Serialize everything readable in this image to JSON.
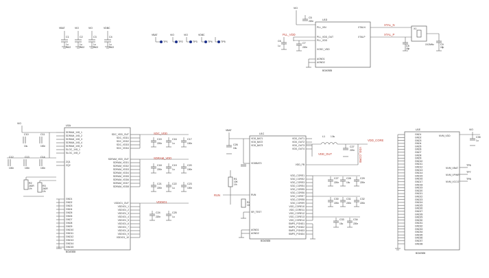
{
  "top_caps": [
    {
      "pwr": "VBAT",
      "ref": "C1",
      "val": "1u",
      "pkg": "0402"
    },
    {
      "pwr": "VIO",
      "ref": "C2",
      "val": "1u",
      "pkg": "0402"
    },
    {
      "pwr": "VIO",
      "ref": "C3",
      "val": "1u",
      "pkg": "0402"
    },
    {
      "pwr": "VDBC",
      "ref": "C4",
      "val": "1u",
      "pkg": "0402"
    }
  ],
  "test_points": [
    {
      "pwr": "VBAT",
      "ref": "TP1"
    },
    {
      "pwr": "VIO",
      "ref": "TP2"
    },
    {
      "pwr": "VIO",
      "ref": "TP3"
    },
    {
      "pwr": "VDBC",
      "ref": "TP4"
    },
    {
      "pwr": "",
      "ref": "TP5"
    }
  ],
  "u1d": {
    "ref": "U1D",
    "part": "BCM2835",
    "left_pins": [
      "PLL_VIN",
      "PLL_VDD_OUT",
      "PLL_VDD",
      "XOSC_VDD",
      "AGND1",
      "AGND2"
    ],
    "right_pins": [
      "XTALN",
      "XTALP"
    ],
    "pwr": "VIO",
    "pll_net": "PLL_VDD",
    "xtal_n_net": "XTAL_N",
    "xtal_p_net": "XTAL_P",
    "caps": [
      {
        "ref": "C5",
        "val": "220n"
      },
      {
        "ref": "C6",
        "val": "1u"
      },
      {
        "ref": "C7",
        "val": "220n"
      },
      {
        "ref": "C8",
        "val": "18p"
      },
      {
        "ref": "C9",
        "val": "18p"
      }
    ],
    "crystal": {
      "ref": "X1",
      "val": "19.2MHz"
    }
  },
  "u1a": {
    "ref": "U1A",
    "part": "BCM2835",
    "pwr": "VIO",
    "left_pins": [
      "SDRAM_1V8_1",
      "SDRAM_1V8_2",
      "SDRAM_1V8_3",
      "SDRAM_1V8_4",
      "SDRAM_1V8_5",
      "SLOC_1V8_1",
      "SLOC_1V8_2",
      "ZQ1",
      "ZQ2",
      "GND1",
      "GND2",
      "GND3",
      "GND4",
      "GND5",
      "GND6",
      "GND7",
      "GND8",
      "GND9",
      "GND10",
      "GND11",
      "GND12",
      "GND13",
      "GND14",
      "GND15"
    ],
    "right_pins_a": [
      "SDC_VDD_OUT",
      "SDC_VDD1",
      "SDC_VDD2",
      "SDC_VDD3",
      "SDC_VDD4"
    ],
    "right_pins_b": [
      "SDRAM_VDD_OUT",
      "SDRAM_VDD1",
      "SDRAM_VDD2",
      "SDRAM_VDD3",
      "SDRAM_VDD4",
      "SDRAM_VDD5",
      "SDRAM_VDD6",
      "SDRAM_VDD7",
      "SDRAM_VDD8"
    ],
    "right_pins_c": [
      "VDDIO1_OUT",
      "VDDIO1_1",
      "VDDIO1_2",
      "VDDIO1_3",
      "VDDIO1_4",
      "VDDIO1_5",
      "VDDIO1_6",
      "VDDIO1_7",
      "VDDIO1_8",
      "VDDIO1_9",
      "VDDIO1_10"
    ],
    "net_sdc": "SDC_VDD",
    "net_sdram": "SDRAM_VDD",
    "net_vddio": "VDDIO1",
    "zq_res": [
      {
        "ref": "R2",
        "val": "240R",
        "tol": "1%"
      },
      {
        "ref": "R3",
        "val": "240R",
        "tol": "1%"
      }
    ],
    "left_caps": [
      {
        "ref": "C10",
        "val": "10u"
      },
      {
        "ref": "C11",
        "val": "100n"
      },
      {
        "ref": "C12",
        "val": "100n"
      },
      {
        "ref": "C13",
        "val": "100n"
      },
      {
        "ref": "C14",
        "val": "100n"
      }
    ],
    "right_caps": [
      {
        "ref": "C15",
        "val": "220n"
      },
      {
        "ref": "C16",
        "val": "1u"
      },
      {
        "ref": "C17",
        "val": "100n"
      },
      {
        "ref": "C18",
        "val": "220n"
      },
      {
        "ref": "C19",
        "val": "1u"
      },
      {
        "ref": "C20",
        "val": "100n"
      },
      {
        "ref": "C21",
        "val": "220n"
      },
      {
        "ref": "C22",
        "val": "1u"
      },
      {
        "ref": "C23",
        "val": "100n"
      },
      {
        "ref": "C24",
        "val": "220n"
      },
      {
        "ref": "C25",
        "val": "1u"
      }
    ]
  },
  "u1c": {
    "ref": "U1C",
    "part": "BCM2835",
    "pwr": "VBAT",
    "left_pins": [
      "VDD_BAT1",
      "VDD_BAT2",
      "VDD_BAT3",
      "VDDBAT3",
      "RUN",
      "SR_TEST",
      "AGND1",
      "AGND2"
    ],
    "right_pins_a": [
      "VDD_OUT1",
      "VDD_OUT2",
      "VDD_OUT3",
      "VDD_OUT4"
    ],
    "fb_pin": "VDD_FB",
    "right_pins_b": [
      "VDD_CORE1",
      "VDD_CORE2",
      "VDD_CORE3",
      "VDD_CORE4",
      "VDD_CORE5",
      "VDD_CORE6",
      "VDD_CORE7",
      "VDD_CORE8",
      "VDD_CORE9",
      "VDD_CORE10",
      "VDD_CORE11",
      "VDD_CORE12",
      "VDD_CORE13",
      "VDD_CORE14"
    ],
    "right_pins_c": [
      "SMPS_PGND1",
      "SMPS_PGND2",
      "SMPS_PGND3",
      "SMPS_PGND4"
    ],
    "net_core": "VDD_CORE",
    "net_out": "VDD_OUT",
    "run_net": "RUN",
    "inductor": {
      "ref": "L1",
      "val": "1.5u"
    },
    "res": [
      {
        "ref": "R1",
        "val": "10K",
        "tol": "1%"
      },
      {
        "ref": "R4",
        "val": "100K",
        "tol": "1%"
      }
    ],
    "caps": [
      {
        "ref": "C26",
        "val": "10u"
      },
      {
        "ref": "C27",
        "val": "220n"
      },
      {
        "ref": "C28",
        "val": "10u"
      },
      {
        "ref": "C29",
        "val": "220n"
      },
      {
        "ref": "C30",
        "val": "220n"
      },
      {
        "ref": "C31",
        "val": "220n"
      },
      {
        "ref": "C32",
        "val": "220n"
      },
      {
        "ref": "C33",
        "val": "10u"
      },
      {
        "ref": "C34",
        "val": "220n"
      }
    ]
  },
  "u1e": {
    "ref": "U1E",
    "part": "BCM2835",
    "pwr": "VIO",
    "left_pins": [
      "GND1",
      "GND2",
      "GND3",
      "GND4",
      "GND5",
      "GND6",
      "GND7",
      "GND8",
      "GND9",
      "GND10",
      "GND11",
      "GND12",
      "GND13",
      "GND14",
      "GND15",
      "GND16",
      "GND17",
      "GND18",
      "GND19",
      "GND20",
      "GND21",
      "GND22",
      "GND23",
      "GND24",
      "GND25",
      "GND26",
      "GND27",
      "GND28",
      "GND29",
      "GND30",
      "GND31",
      "GND32",
      "GND33",
      "GND34",
      "GND35",
      "GND36",
      "GND37",
      "GND38"
    ],
    "right_pins": [
      "NVM_VDD",
      "NVM_VBAT",
      "NVM_VPWR",
      "NVM_VCCO"
    ],
    "cap": {
      "ref": "C35",
      "val": "1u"
    },
    "tp": [
      "TP6",
      "TP7",
      "TP8"
    ]
  }
}
